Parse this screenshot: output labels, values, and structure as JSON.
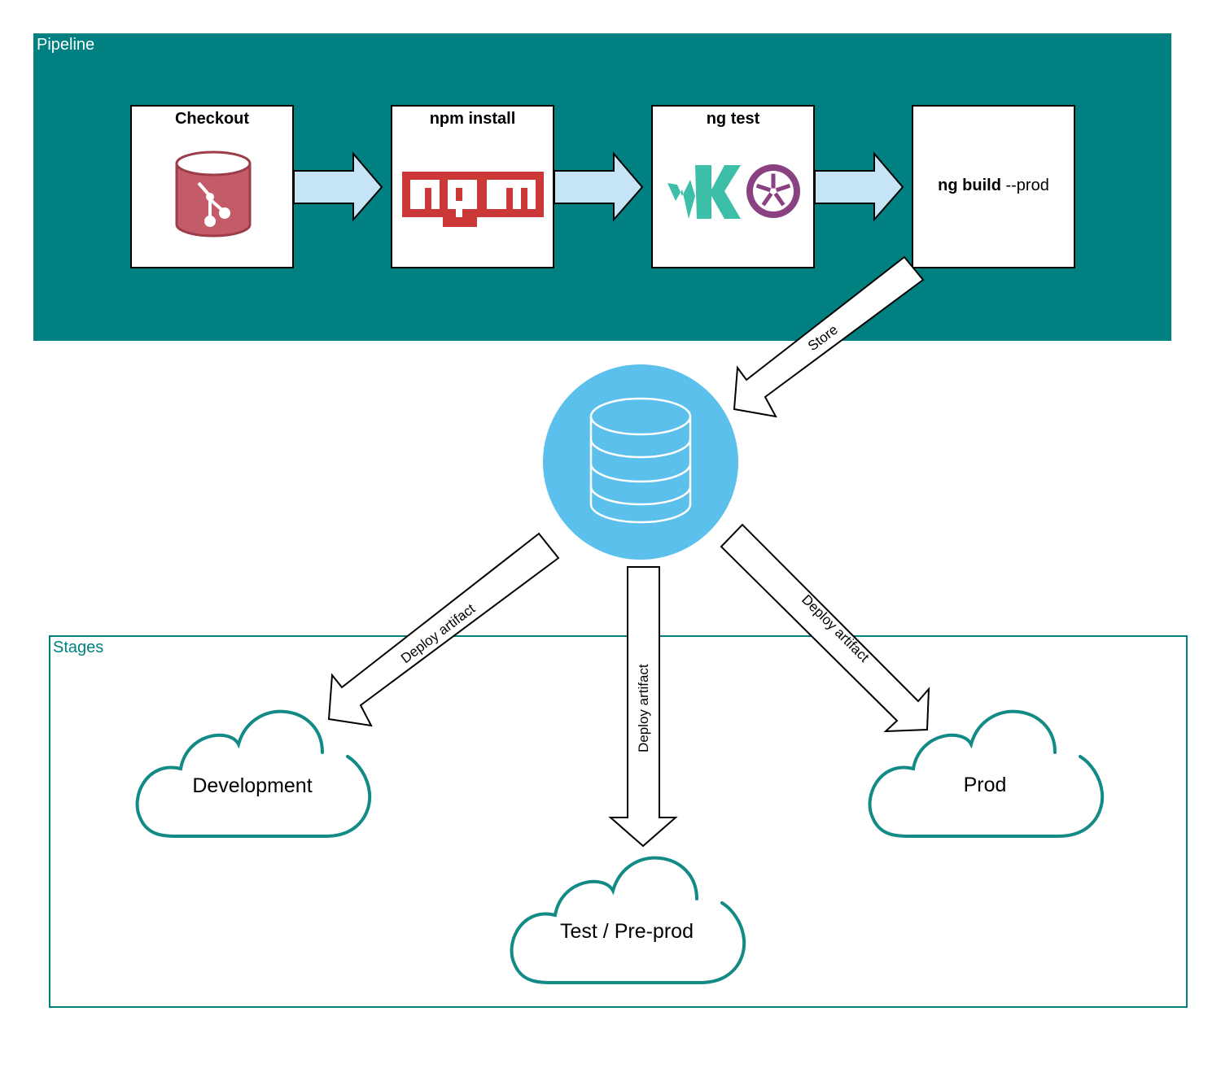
{
  "pipeline": {
    "label": "Pipeline",
    "steps": [
      {
        "title": "Checkout",
        "icon": "git-repo-icon"
      },
      {
        "title": "npm install",
        "icon": "npm-logo-icon"
      },
      {
        "title": "ng test",
        "icon": "karma-jasmine-logos-icon"
      },
      {
        "title_bold": "ng build",
        "title_rest": " --prod"
      }
    ]
  },
  "store_arrow_label": "Store",
  "artifact_repo": {
    "icon": "database-icon"
  },
  "deploy_arrow_label": "Deploy artifact",
  "stages": {
    "label": "Stages",
    "environments": [
      "Development",
      "Test / Pre-prod",
      "Prod"
    ]
  },
  "colors": {
    "pipeline_bg": "#008080",
    "arrow_fill": "#c5e4f6",
    "repo_circle": "#5bc0eb",
    "cloud_stroke": "#128a85",
    "git_red": "#c45b68",
    "npm_red": "#cb3837"
  }
}
